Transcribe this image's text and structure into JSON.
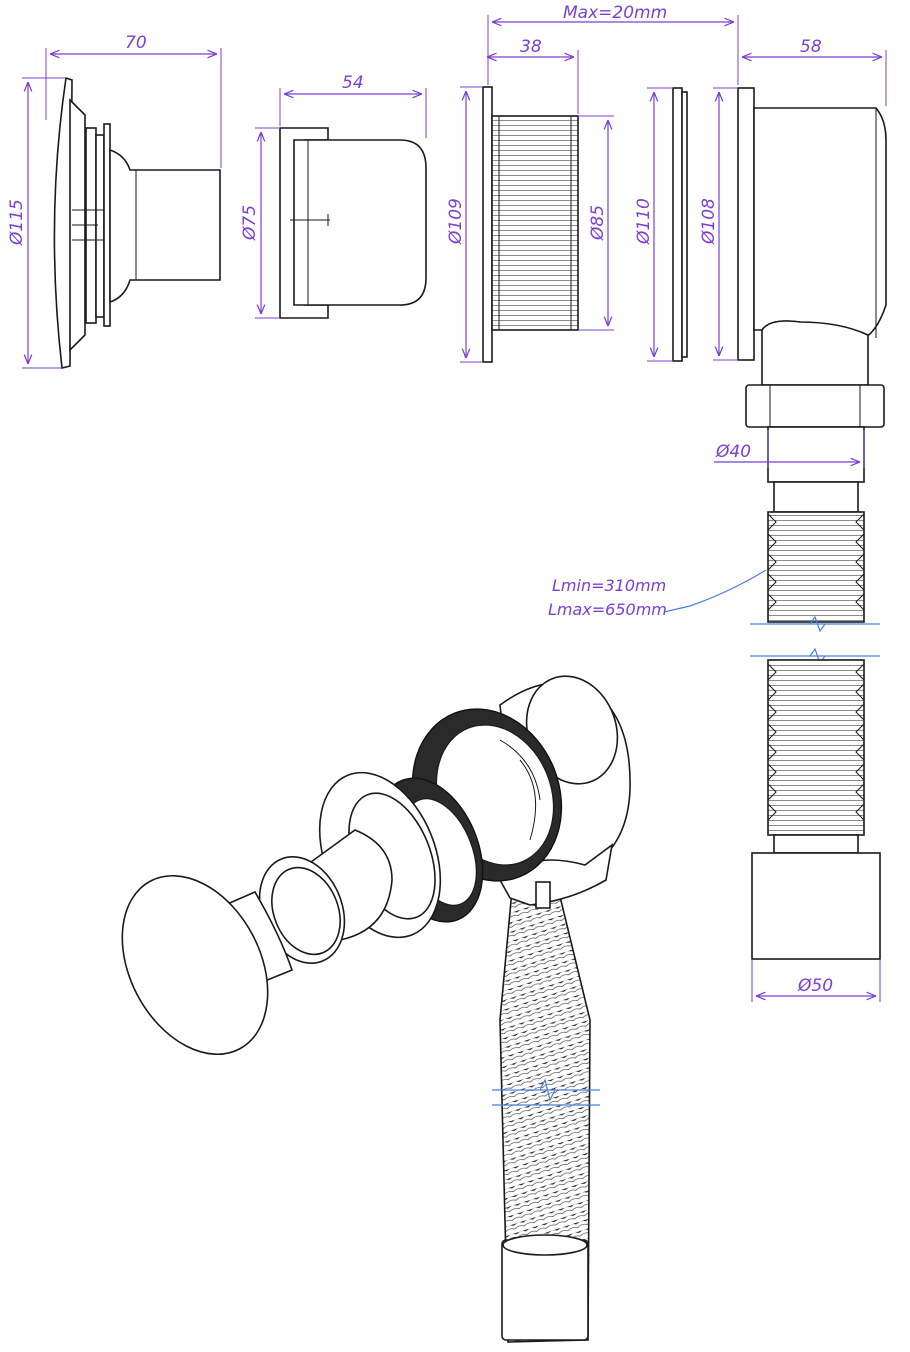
{
  "dimensions": {
    "flange_diameter": "Ø115",
    "plug_length": "70",
    "insert_length": "54",
    "insert_diameter": "Ø75",
    "max_wall": "Max=20mm",
    "nut_length": "38",
    "nut_flange_diameter": "Ø109",
    "thread_diameter": "Ø85",
    "washer_diameter": "Ø110",
    "body_flange_diameter": "Ø108",
    "body_length": "58",
    "outlet_diameter": "Ø40",
    "hose_end_diameter": "Ø50"
  },
  "hose_labels": {
    "lmin": "Lmin=310mm",
    "lmax": "Lmax=650mm"
  },
  "colors": {
    "dimension": "#7b3fd6",
    "outline": "#1a1a1a",
    "break_marks": "#4a7fe0"
  }
}
